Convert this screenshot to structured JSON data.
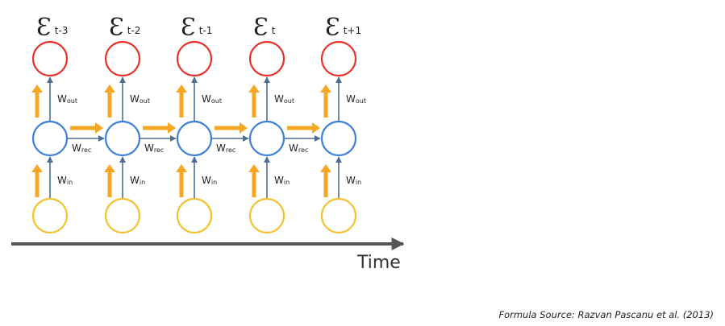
{
  "diagram": {
    "error_symbol": "Ɛ",
    "timesteps": [
      {
        "error_sub": "t-3"
      },
      {
        "error_sub": "t-2"
      },
      {
        "error_sub": "t-1"
      },
      {
        "error_sub": "t"
      },
      {
        "error_sub": "t+1"
      }
    ],
    "weights": {
      "out": {
        "main": "W",
        "sub": "out"
      },
      "rec": {
        "main": "W",
        "sub": "rec"
      },
      "in": {
        "main": "W",
        "sub": "in"
      }
    },
    "axis_label": "Time",
    "colors": {
      "error_node": "#e8302a",
      "hidden_node": "#3b7fd6",
      "input_node": "#f2c12e",
      "connection": "#4c6d93",
      "gradient_arrow": "#f5a623",
      "time_axis": "#555555"
    }
  },
  "footer": {
    "source": "Formula Source: Razvan Pascanu et al. (2013)"
  }
}
